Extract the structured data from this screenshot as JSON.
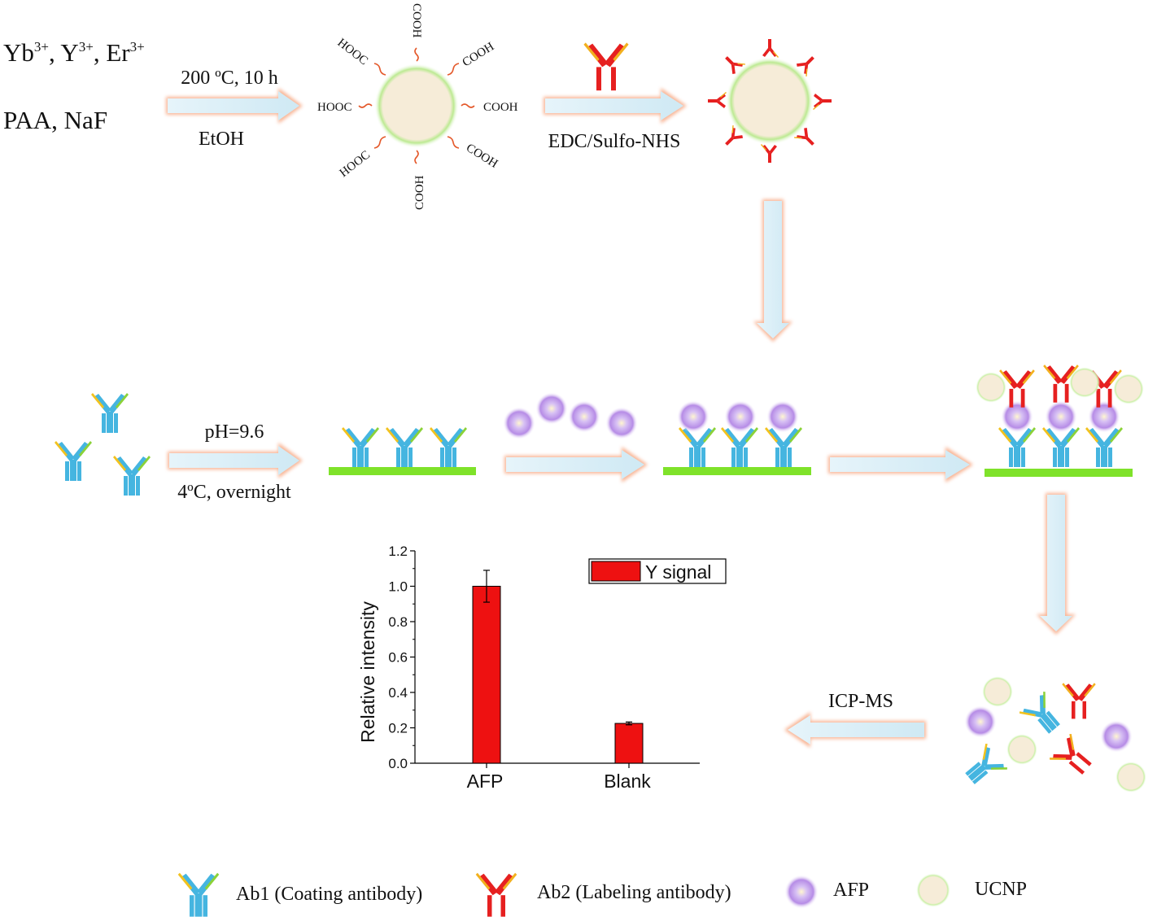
{
  "synthesis": {
    "reagent_1_base": [
      "Yb",
      ", Y",
      ", Er"
    ],
    "reagent_1_sup": [
      "3+",
      "3+",
      "3+"
    ],
    "reagent_2": "PAA, NaF",
    "condition_top": "200 ºC, 10 h",
    "condition_bottom": "EtOH",
    "group_label": "COOH",
    "group_label_rev": "HOOC",
    "coupling_label": "EDC/Sulfo-NHS"
  },
  "coating": {
    "condition_top": "pH=9.6",
    "condition_bottom": "4ºC, overnight"
  },
  "detection": {
    "method_label": "ICP-MS"
  },
  "legend": {
    "items": [
      {
        "label": "Ab1 (Coating antibody)",
        "icon": "blue-antibody"
      },
      {
        "label": "Ab2 (Labeling antibody)",
        "icon": "red-antibody"
      },
      {
        "label": "AFP",
        "icon": "purple-afp"
      },
      {
        "label": "UCNP",
        "icon": "green-ucnp"
      }
    ]
  },
  "colors": {
    "ab1": "#45b5e0",
    "ab1_accent": "#8bd238",
    "ab2": "#e62020",
    "ab2_accent": "#f2b01e",
    "afp": "#b88ee8",
    "ucnp_glow": "#b6ea8f",
    "ucnp_core": "#f6ecd8",
    "substrate": "#7fe22a",
    "arrow_fill": "#dbeff7",
    "arrow_glow": "#f7a883",
    "chain": "#e4592b",
    "bar": "#ee1111"
  },
  "chart_data": {
    "type": "bar",
    "categories": [
      "AFP",
      "Blank"
    ],
    "values": [
      1.0,
      0.225
    ],
    "errors": [
      0.09,
      0.008
    ],
    "ylabel": "Relative intensity",
    "xlabel": "",
    "ylim": [
      0.0,
      1.2
    ],
    "yticks": [
      "0.0",
      "0.2",
      "0.4",
      "0.6",
      "0.8",
      "1.0",
      "1.2"
    ],
    "legend": "Y signal",
    "legend_position": "top-right"
  }
}
